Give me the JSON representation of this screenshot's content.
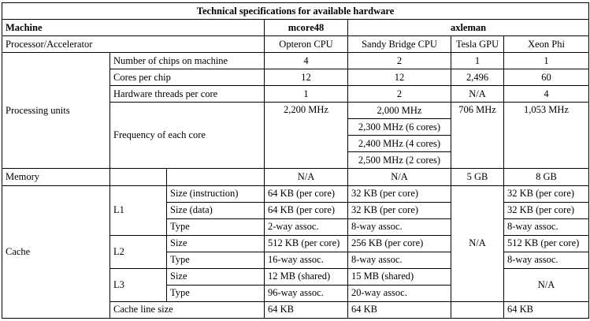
{
  "title": "Technical specifications for available hardware",
  "header": {
    "machine": "Machine",
    "mcore48": "mcore48",
    "axleman": "axleman"
  },
  "proc_row": {
    "label": "Processor/Accelerator",
    "opteron": "Opteron CPU",
    "sandy": "Sandy Bridge CPU",
    "tesla": "Tesla GPU",
    "xeon": "Xeon Phi"
  },
  "processing": {
    "label": "Processing units",
    "chips": {
      "label": "Number of chips on machine",
      "opteron": "4",
      "sandy": "2",
      "tesla": "1",
      "xeon": "1"
    },
    "cores": {
      "label": "Cores per chip",
      "opteron": "12",
      "sandy": "12",
      "tesla": "2,496",
      "xeon": "60"
    },
    "threads": {
      "label": "Hardware threads per core",
      "opteron": "1",
      "sandy": "2",
      "tesla": "N/A",
      "xeon": "4"
    },
    "freq": {
      "label": "Frequency of each core",
      "opteron": "2,200 MHz",
      "sandy": [
        "2,000 MHz",
        "2,300 MHz (6 cores)",
        "2,400 MHz (4 cores)",
        "2,500 MHz (2 cores)"
      ],
      "tesla": "706 MHz",
      "xeon": "1,053 MHz"
    }
  },
  "memory": {
    "label": "Memory",
    "opteron": "N/A",
    "sandy": "N/A",
    "tesla": "5 GB",
    "xeon": "8 GB"
  },
  "cache": {
    "label": "Cache",
    "l1": {
      "label": "L1",
      "size_instr": {
        "label": "Size (instruction)",
        "opteron": "64 KB (per core)",
        "sandy": "32 KB (per core)",
        "xeon": "32 KB (per core)"
      },
      "size_data": {
        "label": "Size (data)",
        "opteron": "64 KB (per core)",
        "sandy": "32 KB (per core)",
        "xeon": "32 KB (per core)"
      },
      "type": {
        "label": "Type",
        "opteron": "2-way assoc.",
        "sandy": "8-way assoc.",
        "xeon": "8-way assoc."
      }
    },
    "l2": {
      "label": "L2",
      "size": {
        "label": "Size",
        "opteron": "512 KB (per core)",
        "sandy": "256 KB (per core)",
        "xeon": "512 KB (per core)"
      },
      "type": {
        "label": "Type",
        "opteron": "16-way assoc.",
        "sandy": "8-way assoc.",
        "xeon": "8-way assoc."
      }
    },
    "l3": {
      "label": "L3",
      "size": {
        "label": "Size",
        "opteron": "12 MB (shared)",
        "sandy": "15 MB (shared)"
      },
      "type": {
        "label": "Type",
        "opteron": "96-way assoc.",
        "sandy": "20-way assoc."
      },
      "xeon": "N/A"
    },
    "tesla": "N/A",
    "line": {
      "label": "Cache line size",
      "opteron": "64 KB",
      "sandy": "64 KB",
      "xeon": "64 KB"
    }
  }
}
